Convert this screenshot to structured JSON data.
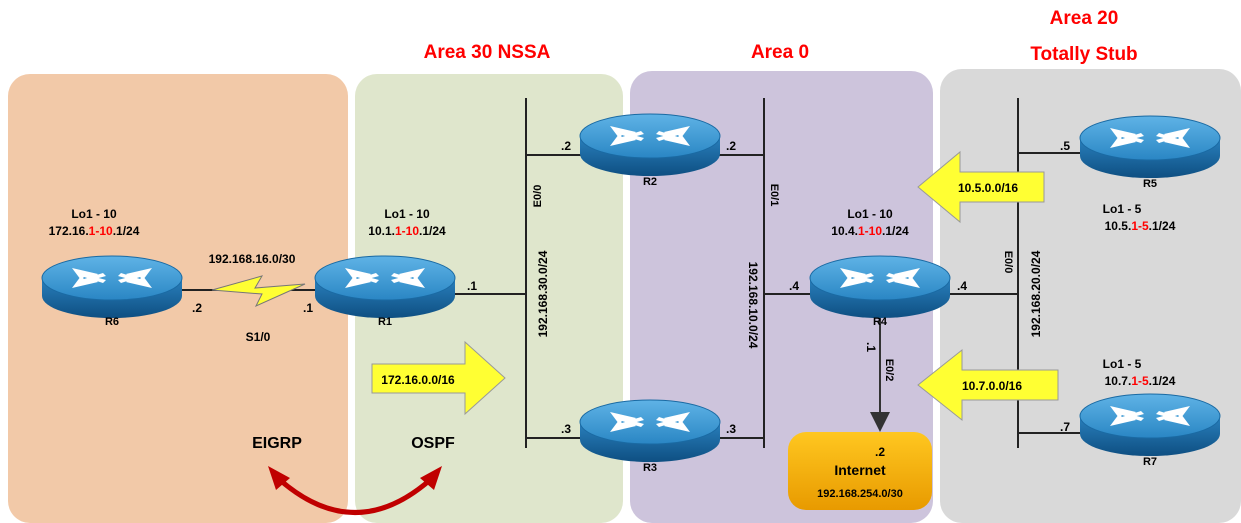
{
  "areas": {
    "area30": "Area 30 NSSA",
    "area0": "Area 0",
    "area20_line1": "Area 20",
    "area20_line2": "Totally Stub"
  },
  "routers": {
    "r1": "R1",
    "r2": "R2",
    "r3": "R3",
    "r4": "R4",
    "r5": "R5",
    "r6": "R6",
    "r7": "R7"
  },
  "loopbacks": {
    "r6": {
      "title": "Lo1 - 10",
      "pre": "172.16.",
      "red": "1-10",
      "post": ".1/24"
    },
    "r1": {
      "title": "Lo1 - 10",
      "pre": "10.1.",
      "red": "1-10",
      "post": ".1/24"
    },
    "r4": {
      "title": "Lo1 - 10",
      "pre": "10.4.",
      "red": "1-10",
      "post": ".1/24"
    },
    "r5": {
      "title": "Lo1 - 5",
      "pre": "10.5.",
      "red": "1-5",
      "post": ".1/24"
    },
    "r7": {
      "title": "Lo1 - 5",
      "pre": "10.7.",
      "red": "1-5",
      "post": ".1/24"
    }
  },
  "networks": {
    "serial": "192.168.16.0/30",
    "seg30": "192.168.30.0/24",
    "seg10": "192.168.10.0/24",
    "seg20": "192.168.20.0/24",
    "internet_net": "192.168.254.0/30"
  },
  "interfaces": {
    "s10": "S1/0",
    "r2_e01": "E0/1",
    "r1_e00": "E0/0",
    "r4_e00": "E0/0",
    "r4_e02": "E0/2"
  },
  "hosts": {
    "r6_serial": ".2",
    "r1_serial": ".1",
    "r1_seg30": ".1",
    "r2_seg30": ".2",
    "r2_seg10": ".2",
    "r3_seg30": ".3",
    "r3_seg10": ".3",
    "r4_seg10": ".4",
    "r4_seg20": ".4",
    "r4_inet": ".1",
    "r5_seg20": ".5",
    "r7_seg20": ".7",
    "inet": ".2"
  },
  "summaries": {
    "nssa": "172.16.0.0/16",
    "r5_sum": "10.5.0.0/16",
    "r7_sum": "10.7.0.0/16"
  },
  "internet": "Internet",
  "protocols": {
    "eigrp": "EIGRP",
    "ospf": "OSPF"
  },
  "colors": {
    "eigrp_domain": "#f2c9a8",
    "area30": "#dfe6cc",
    "area0": "#cdc4dc",
    "area20": "#d9d9d9",
    "title_red": "#ff0000",
    "router_blue": "#1f7ab8",
    "arrow_yellow": "#ffff33",
    "internet_orange": "#f5b400",
    "redistribution_arrow": "#c00000"
  }
}
